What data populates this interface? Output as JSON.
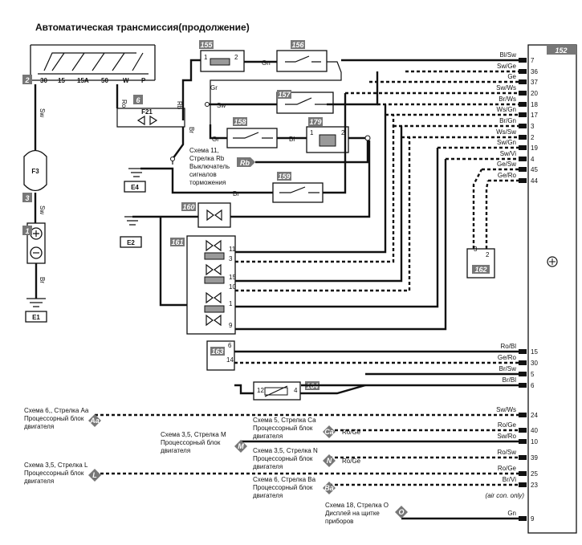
{
  "title": "Автоматическая трансмиссия(продолжение)",
  "connector_152": {
    "id": "152",
    "pins": [
      {
        "pin": "7",
        "wire": "Bl/Sw"
      },
      {
        "pin": "36",
        "wire": "Sw/Ge"
      },
      {
        "pin": "37",
        "wire": "Ge"
      },
      {
        "pin": "20",
        "wire": "Sw/Ws"
      },
      {
        "pin": "18",
        "wire": "Br/Ws"
      },
      {
        "pin": "17",
        "wire": "Ws/Gn"
      },
      {
        "pin": "3",
        "wire": "Br/Gn"
      },
      {
        "pin": "2",
        "wire": "Ws/Sw"
      },
      {
        "pin": "19",
        "wire": "Sw/Gn"
      },
      {
        "pin": "4",
        "wire": "Sw/Vi"
      },
      {
        "pin": "45",
        "wire": "Ge/Sw"
      },
      {
        "pin": "44",
        "wire": "Ge/Ro"
      },
      {
        "pin": "15",
        "wire": "Ro/Bl"
      },
      {
        "pin": "30",
        "wire": "Ge/Ro"
      },
      {
        "pin": "5",
        "wire": "Br/Sw"
      },
      {
        "pin": "6",
        "wire": "Br/Bl"
      },
      {
        "pin": "24",
        "wire": "Sw/Ws"
      },
      {
        "pin": "40",
        "wire": "Ro/Ge"
      },
      {
        "pin": "10",
        "wire": "Sw/Ro"
      },
      {
        "pin": "39",
        "wire": "Ro/Sw"
      },
      {
        "pin": "25",
        "wire": "Ro/Ge"
      },
      {
        "pin": "23",
        "wire": "Br/Vi"
      },
      {
        "pin": "9",
        "wire": "Gn"
      }
    ],
    "note_air": "(air con. only)"
  },
  "components": {
    "c1": "1",
    "c2": "2",
    "c3": "3",
    "c6": "6",
    "f3": "F3",
    "f21": "F21",
    "c155": "155",
    "c156": "156",
    "c157": "157",
    "c158": "158",
    "c159": "159",
    "c160": "160",
    "c161": "161",
    "c162": "162",
    "c163": "163",
    "c164": "164",
    "c179": "179",
    "e1": "E1",
    "e2": "E2",
    "e4": "E4"
  },
  "switch_pins": [
    "30",
    "15",
    "15A",
    "50",
    "W",
    "P"
  ],
  "wires": {
    "sw": "Sw",
    "ro": "Ro",
    "rb": "Rb",
    "br": "Br",
    "gr": "Gr",
    "gn": "Gn",
    "bl": "Bl",
    "ge": "Ge",
    "ro_ge": "Ro/Ge"
  },
  "small_pins": {
    "p1": "1",
    "p2": "2",
    "p3": "3",
    "p4": "4",
    "p6": "6",
    "p9": "9",
    "p10": "10",
    "p11": "11",
    "p12": "12",
    "p14": "14",
    "p15": "15"
  },
  "markers": {
    "rb": "Rb",
    "aa": "Aa",
    "m": "M",
    "l": "L",
    "ca": "Ca",
    "n": "N",
    "ba": "Ba",
    "o": "O"
  },
  "refs": {
    "ref_rb": [
      "Схема 11,",
      "Стрелка Rb",
      "Выключатель",
      "сигналов",
      "торможения"
    ],
    "ref_aa": [
      "Схема 6,, Стрелка Aa",
      "Процессорный блок",
      "двигателя"
    ],
    "ref_m": [
      "Схема 3,5, Стрелка M",
      "Процессорный блок",
      "двигателя"
    ],
    "ref_l": [
      "Схема 3,5, Стрелка L",
      "Процессорный блок",
      "двигателя"
    ],
    "ref_ca": [
      "Схема 5, Стрелка Ca",
      "Процессорный блок",
      "двигателя"
    ],
    "ref_n": [
      "Схема 3,5, Стрелка N",
      "Процессорный блок",
      "двигателя"
    ],
    "ref_ba": [
      "Схема 6, Стрелка Ba",
      "Процессорный блок",
      "двигателя"
    ],
    "ref_o": [
      "Схема 18, Стрелка O",
      "Дисплей на щитке",
      "приборов"
    ]
  }
}
